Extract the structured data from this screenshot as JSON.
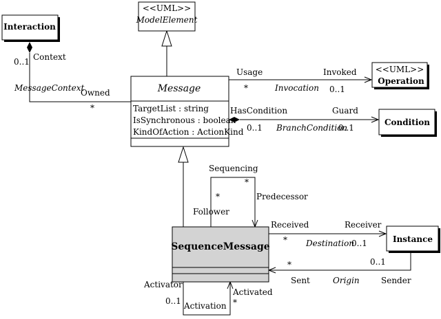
{
  "classes": {
    "interaction": {
      "name": "Interaction"
    },
    "model_element": {
      "stereotype": "<<UML>>",
      "name": "ModelElement"
    },
    "message": {
      "name": "Message",
      "attributes": [
        "TargetList : string",
        "IsSynchronous : boolean",
        "KindOfAction : ActionKind"
      ]
    },
    "operation": {
      "stereotype": "<<UML>>",
      "name": "Operation"
    },
    "condition": {
      "name": "Condition"
    },
    "sequence_message": {
      "name": "SequenceMessage"
    },
    "instance": {
      "name": "Instance"
    }
  },
  "associations": {
    "context": {
      "role": "Context",
      "mult": "0..1",
      "name": "MessageContext",
      "other_role": "Owned",
      "other_mult": "*"
    },
    "invocation": {
      "role": "Usage",
      "mult": "*",
      "name": "Invocation",
      "other_role": "Invoked",
      "other_mult": "0..1"
    },
    "branch": {
      "role": "HasCondition",
      "mult": "0..1",
      "name": "BranchCondition",
      "other_role": "Guard",
      "other_mult": "0..1"
    },
    "sequencing": {
      "name": "Sequencing",
      "follower_role": "Follower",
      "follower_mult": "*",
      "predecessor_role": "Predecessor",
      "predecessor_mult": "*"
    },
    "destination": {
      "role": "Received",
      "mult": "*",
      "name": "Destination",
      "other_role": "Receiver",
      "other_mult": "0..1"
    },
    "origin": {
      "role": "Sent",
      "mult": "*",
      "name": "Origin",
      "other_role": "Sender",
      "other_mult": "0..1"
    },
    "activation": {
      "name": "Activation",
      "activator_role": "Activator",
      "activator_mult": "0..1",
      "activated_role": "Activated",
      "activated_mult": "*"
    }
  }
}
